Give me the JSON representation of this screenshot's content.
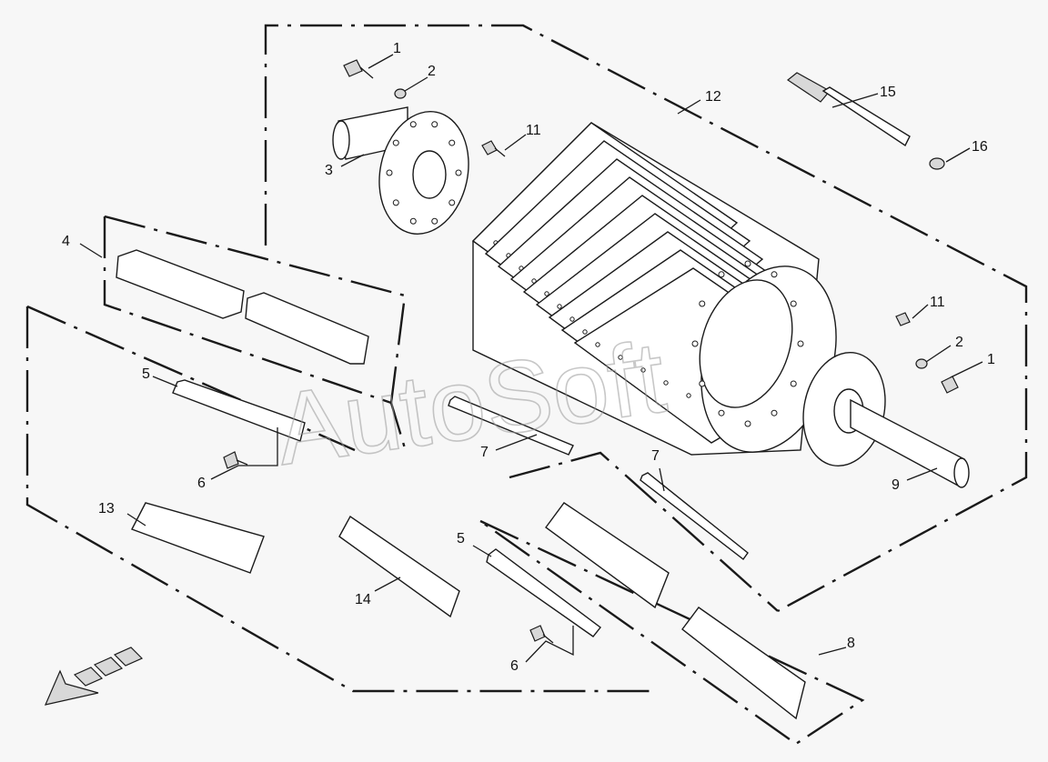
{
  "watermark": "AutoSoft",
  "parts": [
    {
      "id": "callout-1a",
      "number": "1"
    },
    {
      "id": "callout-2a",
      "number": "2"
    },
    {
      "id": "callout-3",
      "number": "3"
    },
    {
      "id": "callout-4",
      "number": "4"
    },
    {
      "id": "callout-5a",
      "number": "5"
    },
    {
      "id": "callout-6a",
      "number": "6"
    },
    {
      "id": "callout-7a",
      "number": "7"
    },
    {
      "id": "callout-7b",
      "number": "7"
    },
    {
      "id": "callout-5b",
      "number": "5"
    },
    {
      "id": "callout-6b",
      "number": "6"
    },
    {
      "id": "callout-8",
      "number": "8"
    },
    {
      "id": "callout-9",
      "number": "9"
    },
    {
      "id": "callout-11a",
      "number": "11"
    },
    {
      "id": "callout-11b",
      "number": "11"
    },
    {
      "id": "callout-2b",
      "number": "2"
    },
    {
      "id": "callout-1b",
      "number": "1"
    },
    {
      "id": "callout-12",
      "number": "12"
    },
    {
      "id": "callout-13",
      "number": "13"
    },
    {
      "id": "callout-14",
      "number": "14"
    },
    {
      "id": "callout-15",
      "number": "15"
    },
    {
      "id": "callout-16",
      "number": "16"
    }
  ]
}
